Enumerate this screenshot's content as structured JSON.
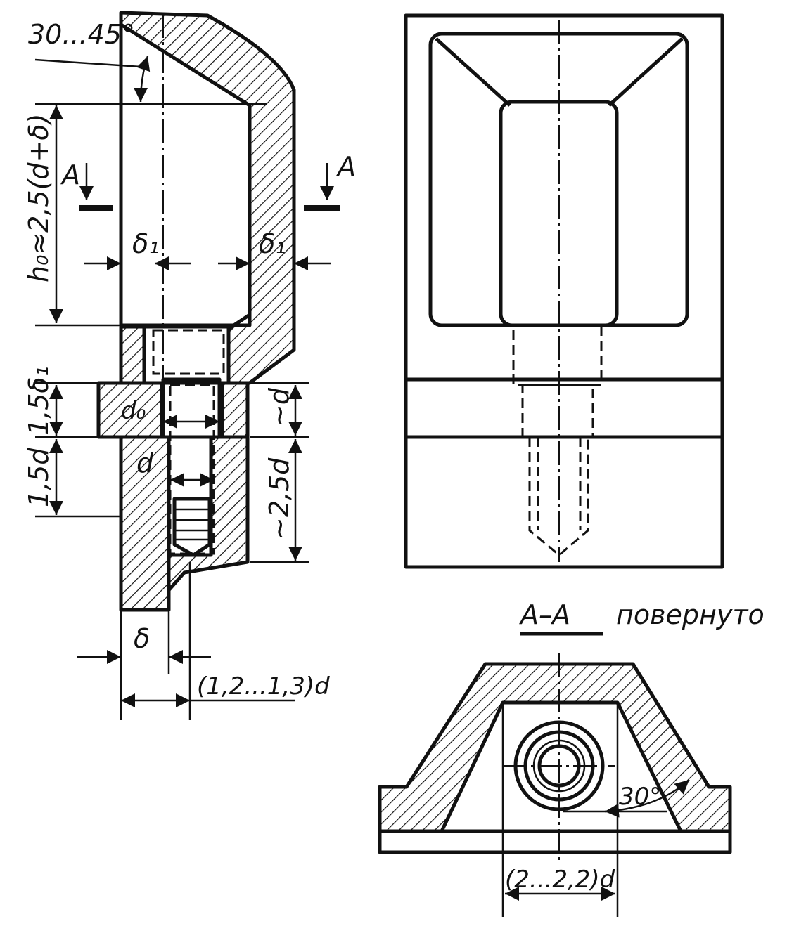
{
  "labels": {
    "angle_range": "30...45°",
    "h0": "h₀≈2,5(d+δ)",
    "section_left": "A",
    "section_right": "A",
    "delta1_left": "δ₁",
    "delta1_right": "δ₁",
    "d0": "d₀",
    "h_15delta1": "1,5δ₁",
    "h_approx_d": "~d",
    "h_15d": "1,5d",
    "d": "d",
    "h_approx_25d": "~2,5d",
    "delta": "δ",
    "width_12_13d": "(1,2...1,3)d",
    "section_title": "A–A",
    "section_note": "повернуто",
    "angle_30": "30°",
    "width_2_22d": "(2...2,2)d"
  },
  "colors": {
    "ink": "#111111",
    "paper": "#ffffff"
  }
}
